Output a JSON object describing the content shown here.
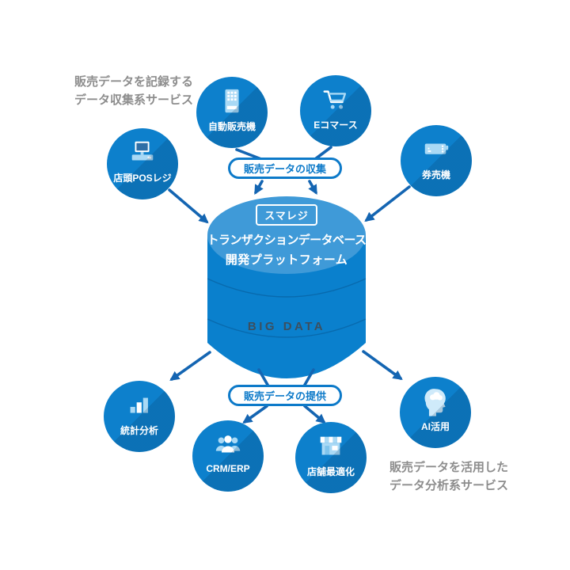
{
  "captions": {
    "top_left": {
      "line1": "販売データを記録する",
      "line2": "データ収集系サービス"
    },
    "bottom_right": {
      "line1": "販売データを活用した",
      "line2": "データ分析系サービス"
    }
  },
  "pills": {
    "collect": "販売データの収集",
    "provide": "販売データの提供"
  },
  "database": {
    "badge": "スマレジ",
    "title_line1": "トランザクションデータベース",
    "title_line2": "開発プラットフォーム",
    "body_label": "BIG DATA"
  },
  "nodes": [
    {
      "id": "vending",
      "label": "自動販売機",
      "icon": "vending-machine-icon"
    },
    {
      "id": "ecommerce",
      "label": "Eコマース",
      "icon": "shopping-cart-icon"
    },
    {
      "id": "pos",
      "label": "店頭POSレジ",
      "icon": "pos-register-icon"
    },
    {
      "id": "ticket",
      "label": "券売機",
      "icon": "ticket-machine-icon"
    },
    {
      "id": "stats",
      "label": "統計分析",
      "icon": "bar-chart-icon"
    },
    {
      "id": "crm",
      "label": "CRM/ERP",
      "icon": "people-group-icon"
    },
    {
      "id": "store",
      "label": "店舗最適化",
      "icon": "storefront-icon"
    },
    {
      "id": "ai",
      "label": "AI活用",
      "icon": "ai-head-icon"
    }
  ],
  "colors": {
    "node_blue": "#0d80cc",
    "cylinder_top": "#3f9ad8",
    "cylinder_body": "#0a80cd",
    "arrow_blue": "#1465b2",
    "pill_blue": "#0d7ac9",
    "caption_gray": "#8d8d8d",
    "bigdata_text": "#3c4f5f",
    "icon_light": "#a9d9f5",
    "icon_white": "#ffffff"
  }
}
